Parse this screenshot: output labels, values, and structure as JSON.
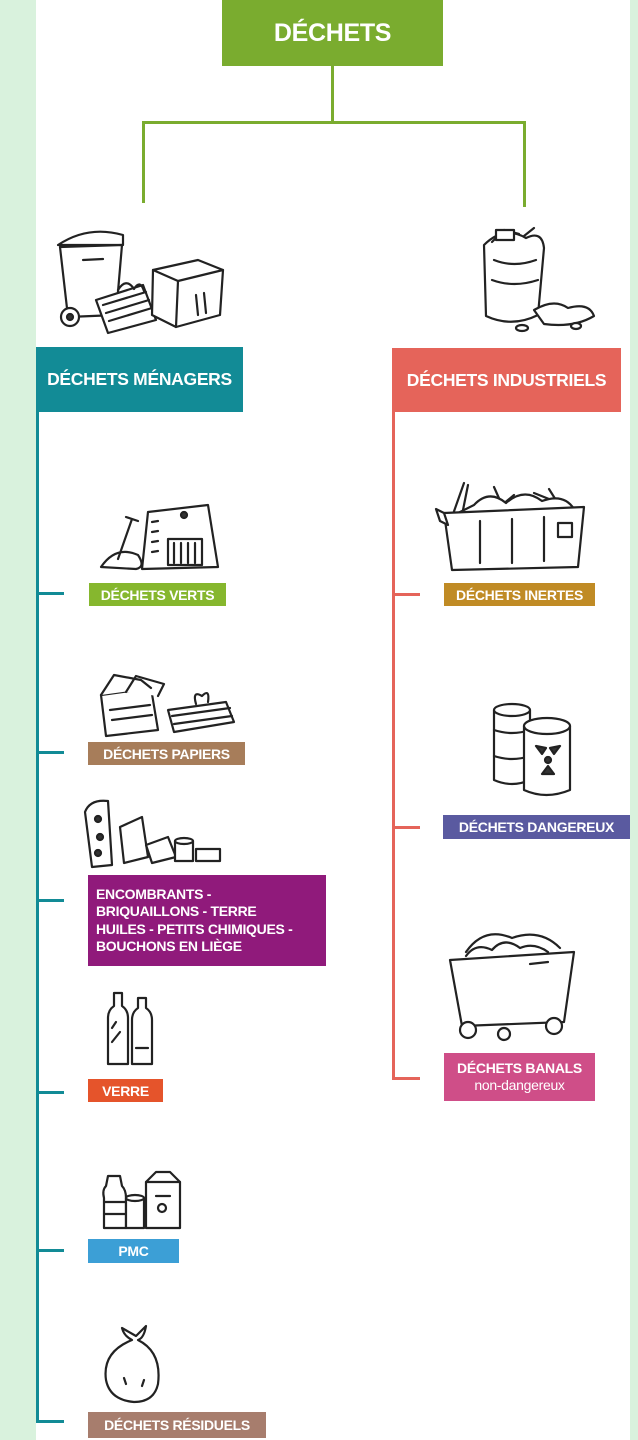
{
  "colors": {
    "root": "#7aac2f",
    "menagers": "#128b96",
    "industriels": "#e5645a",
    "verts": "#86b72e",
    "papiers": "#a77d5a",
    "encombrants": "#901a7b",
    "verre": "#e5542b",
    "pmc": "#3c9fd6",
    "residuels": "#a77d6d",
    "inertes": "#c08b25",
    "dangereux": "#5a5aa0",
    "banals": "#cf4e88"
  },
  "root": {
    "label": "DÉCHETS"
  },
  "menagers": {
    "label": "DÉCHETS MÉNAGERS",
    "illustration": "household-bin-icon",
    "items": [
      {
        "label": "DÉCHETS VERTS",
        "illustration": "garden-waste-icon"
      },
      {
        "label": "DÉCHETS PAPIERS",
        "illustration": "paper-boxes-icon"
      },
      {
        "lines": [
          "ENCOMBRANTS -",
          "BRIQUAILLONS - TERRE",
          "HUILES - PETITS CHIMIQUES -",
          "BOUCHONS EN LIÈGE"
        ],
        "illustration": "bulky-waste-icon"
      },
      {
        "label": "VERRE",
        "illustration": "glass-bottles-icon"
      },
      {
        "label": "PMC",
        "illustration": "plastic-cans-cartons-icon"
      },
      {
        "label": "DÉCHETS RÉSIDUELS",
        "illustration": "trash-bag-icon"
      }
    ]
  },
  "industriels": {
    "label": "DÉCHETS INDUSTRIELS",
    "illustration": "industrial-sack-icon",
    "items": [
      {
        "label": "DÉCHETS INERTES",
        "illustration": "rubble-container-icon"
      },
      {
        "label": "DÉCHETS DANGEREUX",
        "illustration": "hazard-barrels-icon"
      },
      {
        "label": "DÉCHETS BANALS",
        "sublabel": "non-dangereux",
        "illustration": "waste-cart-icon"
      }
    ]
  }
}
